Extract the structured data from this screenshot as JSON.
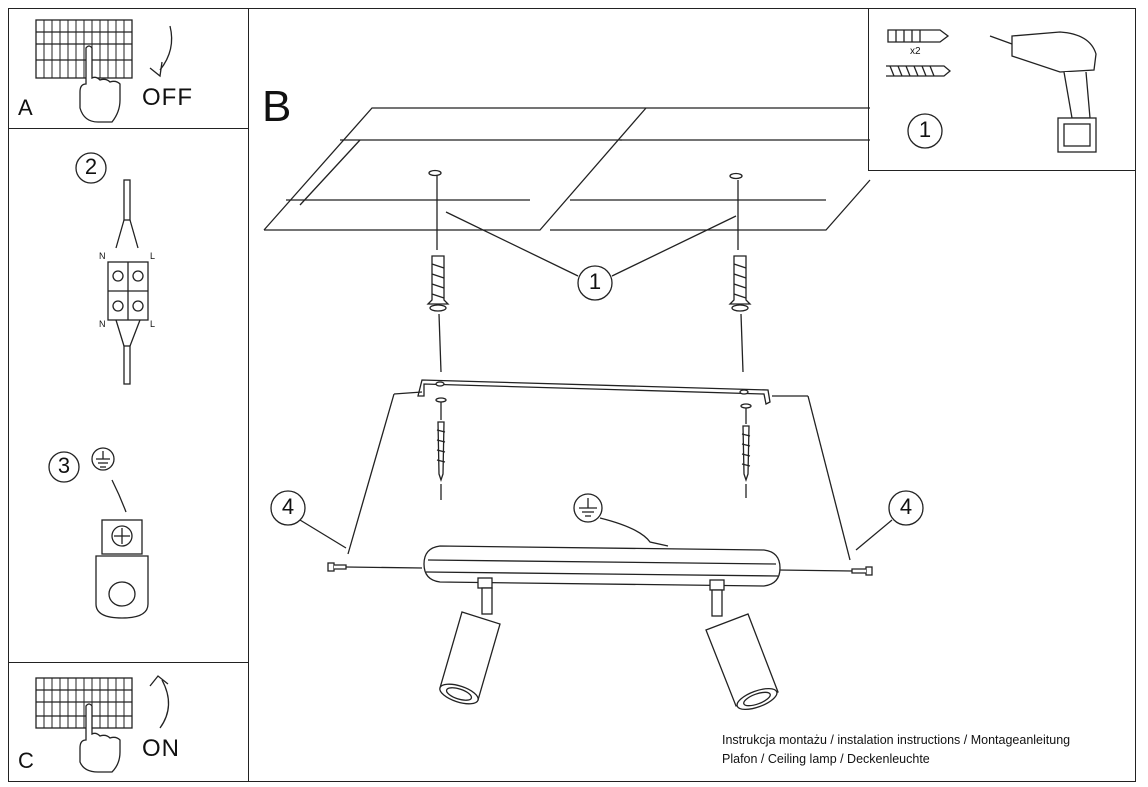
{
  "panel_a": {
    "letter": "A",
    "state": "OFF"
  },
  "panel_b": {
    "letter": "B"
  },
  "panel_c": {
    "letter": "C",
    "state": "ON"
  },
  "steps": {
    "wiring": "2",
    "ground": "3"
  },
  "terminal_labels": {
    "n_top": "N",
    "l_top": "L",
    "n_bottom": "N",
    "l_bottom": "L"
  },
  "tools": {
    "multiplier": "x2",
    "step": "1"
  },
  "callouts": {
    "ceiling": "1",
    "screw_left": "4",
    "screw_right": "4"
  },
  "captions": {
    "line1": "Instrukcja montażu / instalation instructions / Montageanleitung",
    "line2": "Plafon / Ceiling lamp / Deckenleuchte"
  }
}
